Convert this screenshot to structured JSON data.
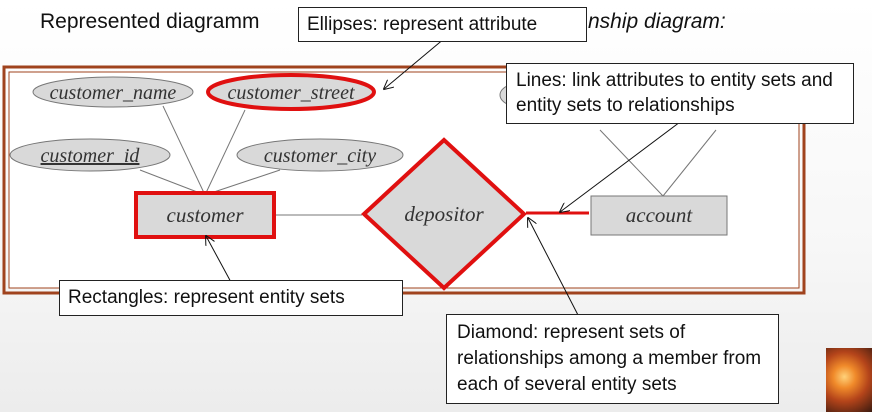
{
  "title": {
    "prefix": "Represented diagramm",
    "suffix": "nship diagram:"
  },
  "entities": {
    "customer": "customer",
    "account": "account"
  },
  "relationship": {
    "label": "depositor"
  },
  "attributes": {
    "customer_name": "customer_name",
    "customer_street": "customer_street",
    "customer_id": "customer_id",
    "customer_city": "customer_city"
  },
  "callouts": {
    "ellipses": "Ellipses: represent attribute",
    "lines": "Lines: link attributes to entity sets and entity sets to relationships",
    "rectangles": "Rectangles: represent entity sets",
    "diamond": "Diamond: represent sets of relationships among a member from each of several entity sets"
  },
  "colors": {
    "highlight": "#e01010",
    "shape_fill": "#d9d9d9",
    "frame": "#a0431e"
  }
}
